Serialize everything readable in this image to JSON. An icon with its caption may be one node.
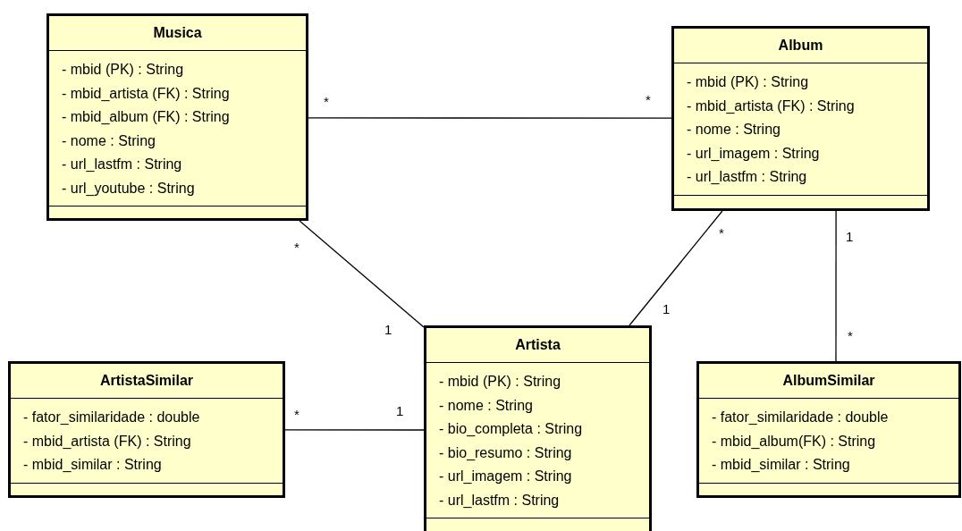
{
  "diagram": {
    "nodes": [
      {
        "text": [
          "Musica",
          "- mbid (PK) : String",
          "- mbid_artista (FK) : String",
          "- mbid_album (FK) : String",
          "- nome : String",
          "- url_lastfm : String",
          "- url_youtube : String"
        ]
      },
      {
        "text": [
          "Album",
          "- mbid (PK) : String",
          "- mbid_artista (FK) : String",
          "- nome : String",
          "- url_imagem : String",
          "- url_lastfm : String"
        ]
      },
      {
        "text": [
          "ArtistaSimilar",
          "- fator_similaridade : double",
          "- mbid_artista (FK) : String",
          "- mbid_similar : String"
        ]
      },
      {
        "text": [
          "Artista",
          "- mbid (PK) : String",
          "- nome : String",
          "- bio_completa : String",
          "- bio_resumo : String",
          "- url_imagem : String",
          "- url_lastfm : String"
        ]
      },
      {
        "text": [
          "AlbumSimilar",
          "- fator_similaridade : double",
          "- mbid_album(FK) : String",
          "- mbid_similar : String"
        ]
      }
    ],
    "edges": [
      {
        "from": 0,
        "to": 1,
        "arrow": "none"
      },
      {
        "from": 0,
        "to": 3,
        "arrow": "none"
      },
      {
        "from": 1,
        "to": 3,
        "arrow": "none"
      },
      {
        "from": 1,
        "to": 4,
        "arrow": "none"
      },
      {
        "from": 2,
        "to": 3,
        "arrow": "none"
      }
    ],
    "labels": [
      "*",
      "*",
      "*",
      "1",
      "*",
      "1",
      "1",
      "*",
      "*",
      "1"
    ]
  }
}
